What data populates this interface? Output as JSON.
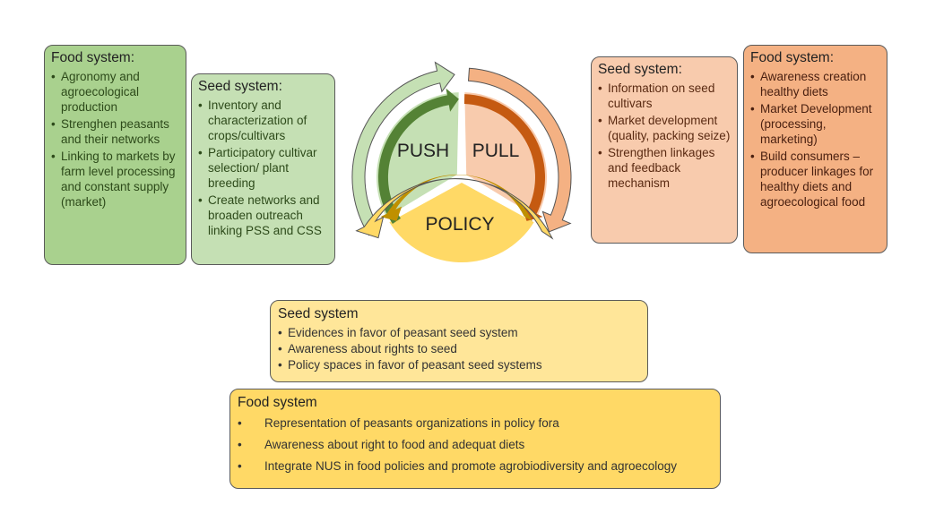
{
  "cycle": {
    "segments": [
      {
        "label": "PUSH",
        "fill": "#c5e0b4",
        "inner_arrow": "#548235",
        "outer_arrow": "#c5e0b4"
      },
      {
        "label": "PULL",
        "fill": "#f8cbad",
        "inner_arrow": "#c55a11",
        "outer_arrow": "#f4b183"
      },
      {
        "label": "POLICY",
        "fill": "#ffd966",
        "inner_arrow": "#bf9000",
        "outer_arrow": "#ffd966"
      }
    ]
  },
  "push": {
    "food_system": {
      "title": "Food system:",
      "items": [
        "Agronomy and agroecological production",
        "Strenghen peasants and their networks",
        "Linking to markets by farm level processing and constant supply (market)"
      ]
    },
    "seed_system": {
      "title": "Seed system:",
      "items": [
        "Inventory and characterization of crops/cultivars",
        "Participatory cultivar selection/ plant breeding",
        "Create networks and broaden outreach linking PSS and CSS"
      ]
    }
  },
  "pull": {
    "seed_system": {
      "title": "Seed system:",
      "items": [
        "Information on seed cultivars",
        "Market development (quality, packing seize)",
        "Strengthen linkages and feedback mechanism"
      ]
    },
    "food_system": {
      "title": "Food system:",
      "items": [
        "Awareness creation healthy diets",
        "Market Development (processing, marketing)",
        "Build consumers – producer linkages for healthy diets and agroecological food"
      ]
    }
  },
  "policy": {
    "seed_system": {
      "title": "Seed system",
      "items": [
        "Evidences in  favor of peasant seed system",
        "Awareness about rights to seed",
        "Policy spaces in favor of peasant seed systems"
      ]
    },
    "food_system": {
      "title": "Food system",
      "items": [
        "Representation of peasants organizations in policy fora",
        "Awareness about right to food and adequat diets",
        "Integrate NUS in food policies and promote agrobiodiversity and agroecology"
      ]
    }
  }
}
